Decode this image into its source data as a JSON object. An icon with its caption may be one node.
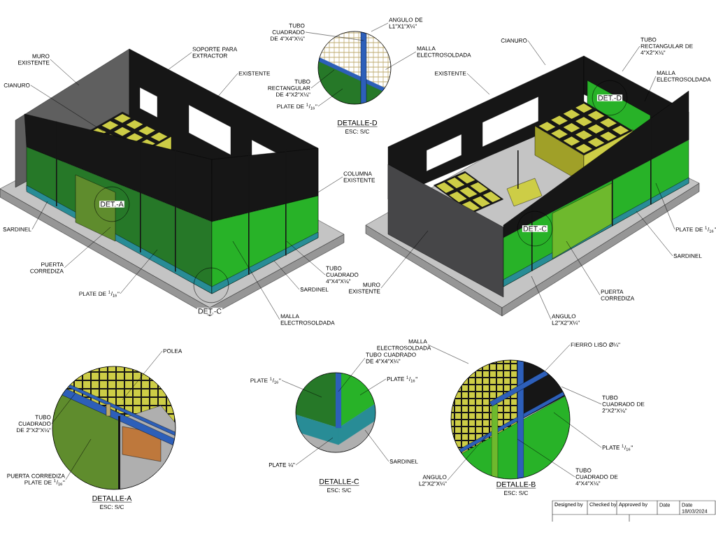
{
  "diagram": {
    "nodes": [
      {
        "text": [
          "MURO EXISTENTE"
        ]
      },
      {
        "text": [
          "SOPORTE PARA EXTRACTOR"
        ]
      },
      {
        "text": [
          "EXISTENTE"
        ]
      },
      {
        "text": [
          "CIANURO"
        ]
      },
      {
        "text": [
          "COLUMNA EXISTENTE"
        ]
      },
      {
        "text": [
          "SARDINEL"
        ]
      },
      {
        "text": [
          "PUERTA CORREDIZA"
        ]
      },
      {
        "text": [
          "PLATE DE $^{1}$/$_{16}$\""
        ]
      },
      {
        "text": [
          "TUBO CUADRADO 4\"X4\"X¼\""
        ]
      },
      {
        "text": [
          "SARDINEL"
        ]
      },
      {
        "text": [
          "MALLA ELECTROSOLDADA"
        ]
      },
      {
        "text": [
          "TUBO CUADRADO DE 4\"X4\"X¼\""
        ]
      },
      {
        "text": [
          "ANGULO DE L1\"X1\"X¼\""
        ]
      },
      {
        "text": [
          "MALLA ELECTROSOLDADA"
        ]
      },
      {
        "text": [
          "TUBO RECTANGULAR DE 4\"X2\"X¼\""
        ]
      },
      {
        "text": [
          "PLATE DE $^{1}$/$_{16}$\""
        ]
      },
      {
        "text": [
          "CIANURO"
        ]
      },
      {
        "text": [
          "TUBO RECTANGULAR DE 4\"X2\"X¼\""
        ]
      },
      {
        "text": [
          "EXISTENTE"
        ]
      },
      {
        "text": [
          "MALLA ELECTROSOLDADA"
        ]
      },
      {
        "text": [
          "PLATE DE $^{1}$/$_{16}$\""
        ]
      },
      {
        "text": [
          "SARDINEL"
        ]
      },
      {
        "text": [
          "MURO EXISTENTE"
        ]
      },
      {
        "text": [
          "PUERTA CORREDIZA"
        ]
      },
      {
        "text": [
          "ANGULO L2\"X2\"X¼\""
        ]
      },
      {
        "text": [
          "POLEA"
        ]
      },
      {
        "text": [
          "TUBO CUADRADO DE 2\"X2\"X¼\""
        ]
      },
      {
        "text": [
          "PUERTA CORREDIZA PLATE DE $^{1}$/$_{16}$\""
        ]
      },
      {
        "text": [
          "TUBO CUADRADO DE 4\"X4\"X¼\""
        ]
      },
      {
        "text": [
          "PLATE $^{1}$/$_{16}$\""
        ]
      },
      {
        "text": [
          "PLATE $^{1}$/$_{16}$\""
        ]
      },
      {
        "text": [
          "PLATE ¼\""
        ]
      },
      {
        "text": [
          "SARDINEL"
        ]
      },
      {
        "text": [
          "MALLA ELECTROSOLDADA"
        ]
      },
      {
        "text": [
          "FIERRO LISO Ø¼\""
        ]
      },
      {
        "text": [
          "TUBO CUADRADO DE 2\"X2\"X¼\""
        ]
      },
      {
        "text": [
          "PLATE $^{1}$/$_{16}$\""
        ]
      },
      {
        "text": [
          "ANGULO L2\"X2\"X¼\""
        ]
      },
      {
        "text": [
          "TUBO CUADRADO DE 4\"X4\"X¼\""
        ]
      }
    ],
    "edges": [
      {
        "from": 0,
        "to": null,
        "arrow": "none"
      },
      {
        "from": 1,
        "to": null,
        "arrow": "none"
      },
      {
        "from": 2,
        "to": null,
        "arrow": "none"
      },
      {
        "from": 3,
        "to": null,
        "arrow": "none"
      },
      {
        "from": 4,
        "to": null,
        "arrow": "none"
      },
      {
        "from": 5,
        "to": null,
        "arrow": "none"
      },
      {
        "from": 6,
        "to": null,
        "arrow": "none"
      },
      {
        "from": 7,
        "to": null,
        "arrow": "none"
      },
      {
        "from": 8,
        "to": null,
        "arrow": "none"
      },
      {
        "from": 9,
        "to": null,
        "arrow": "none"
      },
      {
        "from": 10,
        "to": null,
        "arrow": "none"
      },
      {
        "from": 11,
        "to": null,
        "arrow": "none"
      },
      {
        "from": 12,
        "to": null,
        "arrow": "none"
      },
      {
        "from": 13,
        "to": null,
        "arrow": "none"
      },
      {
        "from": 14,
        "to": null,
        "arrow": "none"
      },
      {
        "from": 15,
        "to": null,
        "arrow": "none"
      },
      {
        "from": 16,
        "to": null,
        "arrow": "none"
      },
      {
        "from": 17,
        "to": null,
        "arrow": "none"
      },
      {
        "from": 18,
        "to": null,
        "arrow": "none"
      },
      {
        "from": 19,
        "to": null,
        "arrow": "none"
      },
      {
        "from": 20,
        "to": null,
        "arrow": "none"
      },
      {
        "from": 21,
        "to": null,
        "arrow": "none"
      },
      {
        "from": 22,
        "to": null,
        "arrow": "none"
      },
      {
        "from": 23,
        "to": null,
        "arrow": "none"
      },
      {
        "from": 24,
        "to": null,
        "arrow": "none"
      },
      {
        "from": 25,
        "to": null,
        "arrow": "none"
      },
      {
        "from": 26,
        "to": null,
        "arrow": "none"
      },
      {
        "from": 27,
        "to": null,
        "arrow": "none"
      },
      {
        "from": 28,
        "to": null,
        "arrow": "none"
      },
      {
        "from": 29,
        "to": null,
        "arrow": "none"
      },
      {
        "from": 30,
        "to": null,
        "arrow": "none"
      },
      {
        "from": 31,
        "to": null,
        "arrow": "none"
      },
      {
        "from": 32,
        "to": null,
        "arrow": "none"
      },
      {
        "from": 33,
        "to": null,
        "arrow": "none"
      },
      {
        "from": 34,
        "to": null,
        "arrow": "none"
      },
      {
        "from": 35,
        "to": null,
        "arrow": "none"
      },
      {
        "from": 36,
        "to": null,
        "arrow": "none"
      },
      {
        "from": 37,
        "to": null,
        "arrow": "none"
      },
      {
        "from": 38,
        "to": null,
        "arrow": "none"
      }
    ],
    "labels": [
      "DETALLE-D",
      "ESC: S/C",
      "DET.-D",
      "DET.-A",
      "DET.-C",
      "DET.-C",
      "DETALLE-A",
      "ESC: S/C",
      "DETALLE-C",
      "ESC: S/C",
      "DETALLE-B",
      "ESC: S/C",
      "Designed by",
      "Checked by",
      "Approved by",
      "Date",
      "Date",
      "18/03/2024"
    ]
  }
}
